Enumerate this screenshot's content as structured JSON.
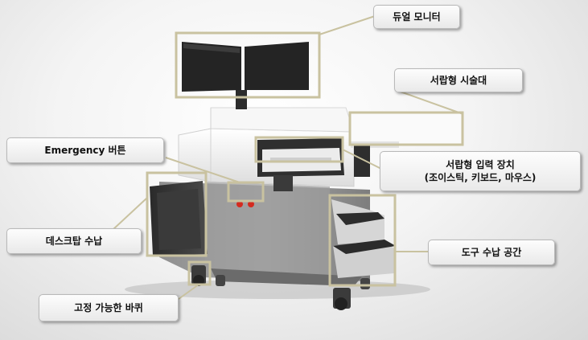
{
  "callouts": {
    "dual_monitor": "듀얼 모니터",
    "drawer_table": "서랍형 시술대",
    "emergency_button": "Emergency 버튼",
    "drawer_input_line1": "서랍형 입력 장치",
    "drawer_input_line2": "(조이스틱, 키보드, 마우스)",
    "desktop_storage": "데스크탑 수납",
    "tool_storage": "도구 수납 공간",
    "locking_wheel": "고정 가능한 바퀴"
  },
  "colors": {
    "highlight_box": "#c9c2a0",
    "leader_line": "#c9c2a0",
    "callout_bg": "#f2f2f2"
  }
}
